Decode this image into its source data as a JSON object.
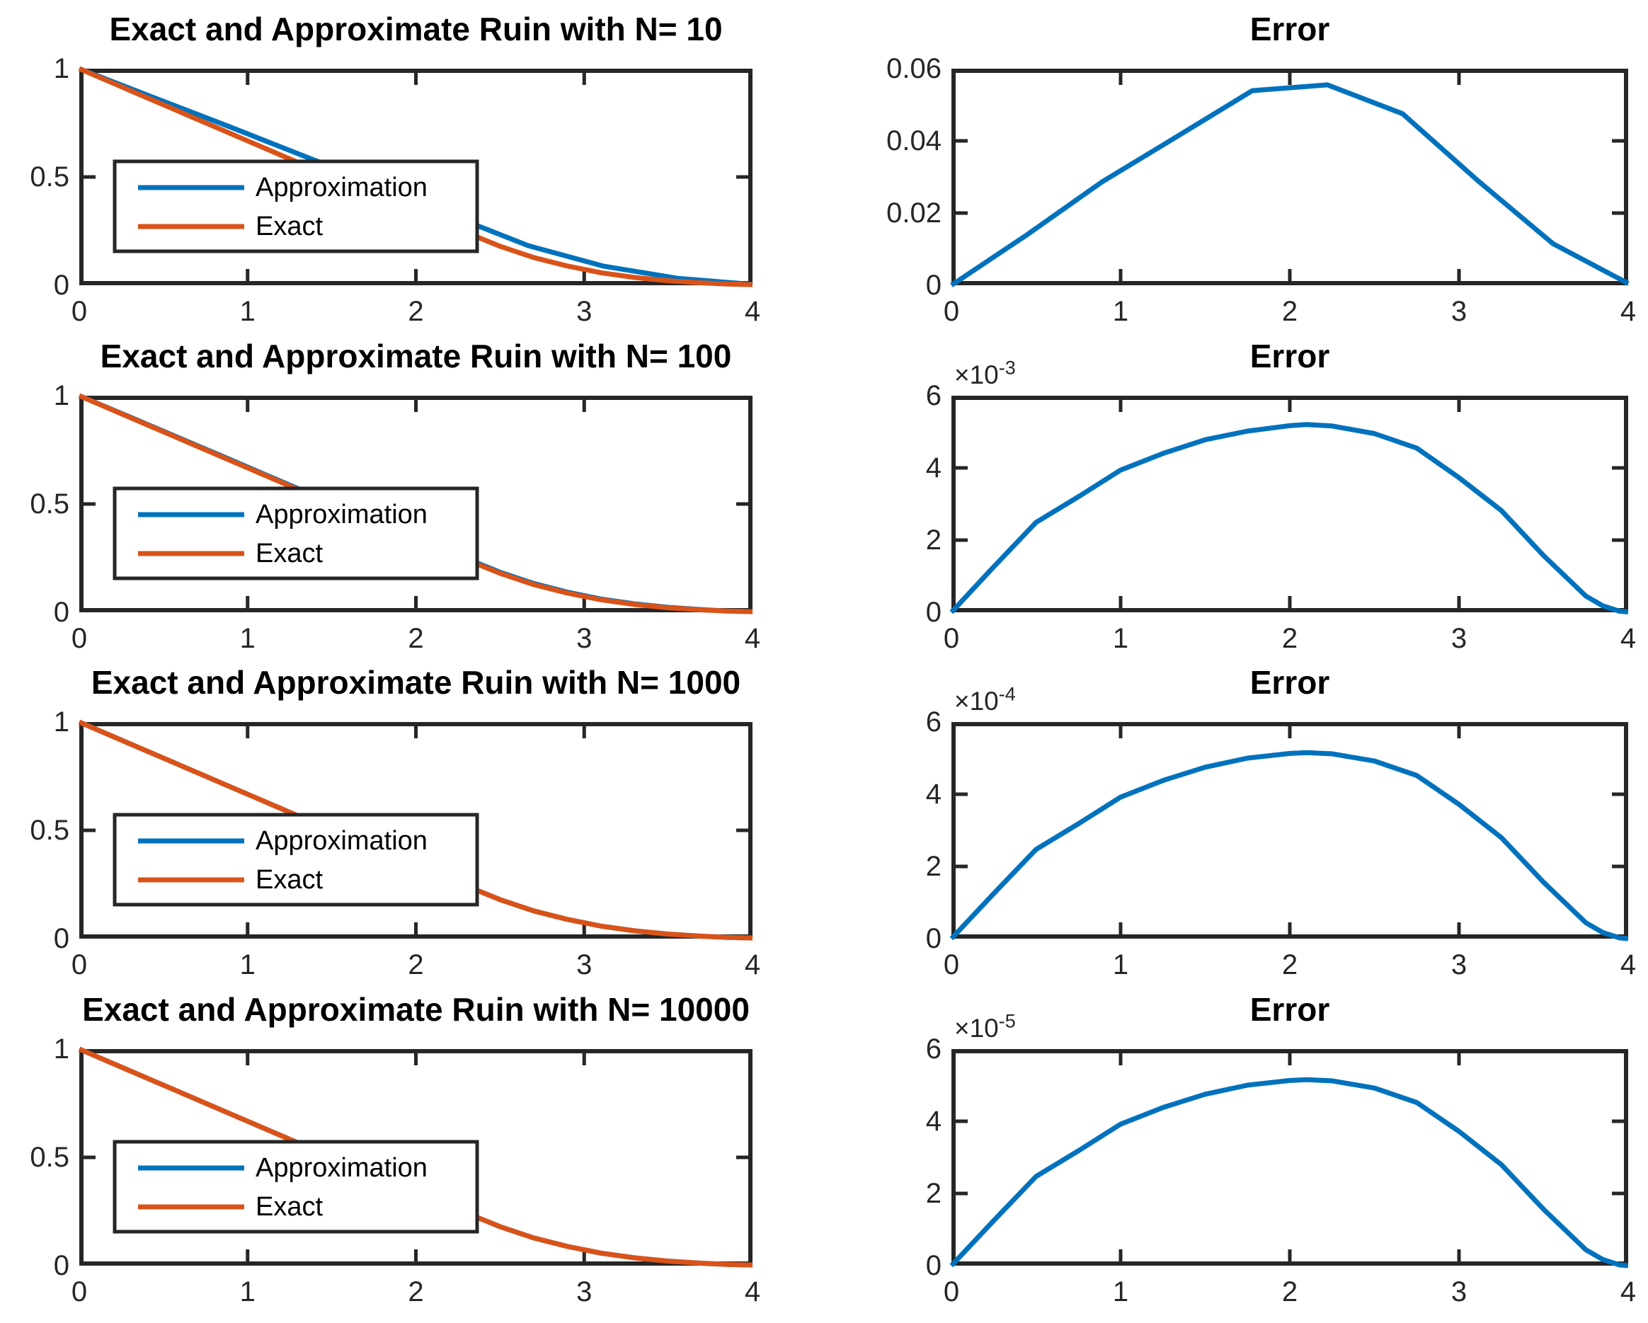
{
  "colors": {
    "approximation": "#0072BD",
    "exact": "#D95319",
    "error": "#0072BD",
    "axis": "#262626",
    "tick_text": "#262626",
    "title_text": "#000000",
    "background": "#FFFFFF"
  },
  "chart_data": [
    {
      "id": "ruin-n10",
      "type": "line",
      "title": "Exact and Approximate Ruin with N= 10",
      "xlim": [
        0,
        4
      ],
      "ylim": [
        0,
        1
      ],
      "xticks": [
        0,
        1,
        2,
        3,
        4
      ],
      "xtick_labels": [
        "0",
        "1",
        "2",
        "3",
        "4"
      ],
      "yticks": [
        0,
        0.5,
        1
      ],
      "ytick_labels": [
        "0",
        "0.5",
        "1"
      ],
      "grid": false,
      "exponent": null,
      "legend": {
        "position": "inside-left-middle",
        "items": [
          {
            "label": "Approximation",
            "color": "#0072BD"
          },
          {
            "label": "Exact",
            "color": "#D95319"
          }
        ]
      },
      "series": [
        {
          "name": "Approximation",
          "color": "#0072BD",
          "x": [
            0,
            0.444,
            0.889,
            1.333,
            1.778,
            2.222,
            2.667,
            3.111,
            3.556,
            4
          ],
          "y": [
            1.0,
            0.866,
            0.733,
            0.597,
            0.462,
            0.319,
            0.183,
            0.089,
            0.032,
            0.004
          ]
        },
        {
          "name": "Exact",
          "color": "#D95319",
          "x": [
            0,
            0.3,
            0.6,
            0.9,
            1.2,
            1.5,
            1.8,
            2.1,
            2.3,
            2.5,
            2.7,
            2.9,
            3.1,
            3.3,
            3.5,
            3.7,
            3.85,
            4
          ],
          "y": [
            1.0,
            0.9,
            0.8,
            0.7,
            0.6,
            0.5,
            0.402,
            0.305,
            0.243,
            0.18,
            0.128,
            0.089,
            0.058,
            0.036,
            0.021,
            0.011,
            0.006,
            0.003
          ]
        }
      ]
    },
    {
      "id": "error-n10",
      "type": "line",
      "title": "Error",
      "xlim": [
        0,
        4
      ],
      "ylim": [
        0,
        0.06
      ],
      "xticks": [
        0,
        1,
        2,
        3,
        4
      ],
      "xtick_labels": [
        "0",
        "1",
        "2",
        "3",
        "4"
      ],
      "yticks": [
        0,
        0.02,
        0.04,
        0.06
      ],
      "ytick_labels": [
        "0",
        "0.02",
        "0.04",
        "0.06"
      ],
      "grid": false,
      "exponent": null,
      "legend": null,
      "series": [
        {
          "name": "Error",
          "color": "#0072BD",
          "x": [
            0,
            0.444,
            0.889,
            1.333,
            1.778,
            2.222,
            2.667,
            3.111,
            3.556,
            4
          ],
          "y": [
            0,
            0.0139,
            0.0286,
            0.0412,
            0.0539,
            0.0555,
            0.0475,
            0.029,
            0.0115,
            0.0005
          ]
        }
      ]
    },
    {
      "id": "ruin-n100",
      "type": "line",
      "title": "Exact and Approximate Ruin with N= 100",
      "xlim": [
        0,
        4
      ],
      "ylim": [
        0,
        1
      ],
      "xticks": [
        0,
        1,
        2,
        3,
        4
      ],
      "xtick_labels": [
        "0",
        "1",
        "2",
        "3",
        "4"
      ],
      "yticks": [
        0,
        0.5,
        1
      ],
      "ytick_labels": [
        "0",
        "0.5",
        "1"
      ],
      "grid": false,
      "exponent": null,
      "legend": {
        "position": "inside-left-middle",
        "items": [
          {
            "label": "Approximation",
            "color": "#0072BD"
          },
          {
            "label": "Exact",
            "color": "#D95319"
          }
        ]
      },
      "series": [
        {
          "name": "Approximation",
          "color": "#0072BD",
          "x": [
            0,
            0.3,
            0.6,
            0.9,
            1.2,
            1.5,
            1.8,
            2.1,
            2.3,
            2.5,
            2.7,
            2.9,
            3.1,
            3.3,
            3.5,
            3.7,
            3.85,
            4
          ],
          "y": [
            1.0,
            0.902,
            0.803,
            0.704,
            0.604,
            0.505,
            0.407,
            0.31,
            0.248,
            0.185,
            0.133,
            0.093,
            0.061,
            0.039,
            0.023,
            0.012,
            0.006,
            0.003
          ]
        },
        {
          "name": "Exact",
          "color": "#D95319",
          "x": [
            0,
            0.3,
            0.6,
            0.9,
            1.2,
            1.5,
            1.8,
            2.1,
            2.3,
            2.5,
            2.7,
            2.9,
            3.1,
            3.3,
            3.5,
            3.7,
            3.85,
            4
          ],
          "y": [
            1.0,
            0.9,
            0.8,
            0.7,
            0.6,
            0.5,
            0.402,
            0.305,
            0.243,
            0.18,
            0.128,
            0.089,
            0.058,
            0.036,
            0.021,
            0.011,
            0.006,
            0.003
          ]
        }
      ]
    },
    {
      "id": "error-n100",
      "type": "line",
      "title": "Error",
      "xlim": [
        0,
        4
      ],
      "ylim": [
        0,
        6
      ],
      "y_scale": 0.001,
      "xticks": [
        0,
        1,
        2,
        3,
        4
      ],
      "xtick_labels": [
        "0",
        "1",
        "2",
        "3",
        "4"
      ],
      "yticks": [
        0,
        2,
        4,
        6
      ],
      "ytick_labels": [
        "0",
        "2",
        "4",
        "6"
      ],
      "grid": false,
      "exponent": {
        "prefix": "×10",
        "power": "-3"
      },
      "legend": null,
      "series": [
        {
          "name": "Error",
          "color": "#0072BD",
          "x": [
            0,
            0.25,
            0.5,
            0.75,
            1,
            1.25,
            1.5,
            1.75,
            2,
            2.1,
            2.25,
            2.5,
            2.75,
            3,
            3.25,
            3.5,
            3.75,
            3.85,
            3.95,
            4
          ],
          "y": [
            0,
            1.26,
            2.49,
            3.2,
            3.94,
            4.4,
            4.78,
            5.02,
            5.17,
            5.2,
            5.16,
            4.95,
            4.55,
            3.73,
            2.82,
            1.57,
            0.45,
            0.18,
            0.03,
            0.01
          ]
        }
      ]
    },
    {
      "id": "ruin-n1000",
      "type": "line",
      "title": "Exact and Approximate Ruin with N= 1000",
      "xlim": [
        0,
        4
      ],
      "ylim": [
        0,
        1
      ],
      "xticks": [
        0,
        1,
        2,
        3,
        4
      ],
      "xtick_labels": [
        "0",
        "1",
        "2",
        "3",
        "4"
      ],
      "yticks": [
        0,
        0.5,
        1
      ],
      "ytick_labels": [
        "0",
        "0.5",
        "1"
      ],
      "grid": false,
      "exponent": null,
      "legend": {
        "position": "inside-left-middle",
        "items": [
          {
            "label": "Approximation",
            "color": "#0072BD"
          },
          {
            "label": "Exact",
            "color": "#D95319"
          }
        ]
      },
      "series": [
        {
          "name": "Approximation",
          "color": "#0072BD",
          "x": [
            0,
            0.3,
            0.6,
            0.9,
            1.2,
            1.5,
            1.8,
            2.1,
            2.3,
            2.5,
            2.7,
            2.9,
            3.1,
            3.3,
            3.5,
            3.7,
            3.85,
            4
          ],
          "y": [
            1.0,
            0.9,
            0.8,
            0.7,
            0.6,
            0.5,
            0.402,
            0.305,
            0.243,
            0.18,
            0.128,
            0.089,
            0.058,
            0.036,
            0.021,
            0.011,
            0.006,
            0.003
          ]
        },
        {
          "name": "Exact",
          "color": "#D95319",
          "x": [
            0,
            0.3,
            0.6,
            0.9,
            1.2,
            1.5,
            1.8,
            2.1,
            2.3,
            2.5,
            2.7,
            2.9,
            3.1,
            3.3,
            3.5,
            3.7,
            3.85,
            4
          ],
          "y": [
            1.0,
            0.9,
            0.8,
            0.7,
            0.6,
            0.5,
            0.402,
            0.305,
            0.243,
            0.18,
            0.128,
            0.089,
            0.058,
            0.036,
            0.021,
            0.011,
            0.006,
            0.003
          ]
        }
      ]
    },
    {
      "id": "error-n1000",
      "type": "line",
      "title": "Error",
      "xlim": [
        0,
        4
      ],
      "ylim": [
        0,
        6
      ],
      "y_scale": 0.0001,
      "xticks": [
        0,
        1,
        2,
        3,
        4
      ],
      "xtick_labels": [
        "0",
        "1",
        "2",
        "3",
        "4"
      ],
      "yticks": [
        0,
        2,
        4,
        6
      ],
      "ytick_labels": [
        "0",
        "2",
        "4",
        "6"
      ],
      "grid": false,
      "exponent": {
        "prefix": "×10",
        "power": "-4"
      },
      "legend": null,
      "series": [
        {
          "name": "Error",
          "color": "#0072BD",
          "x": [
            0,
            0.25,
            0.5,
            0.75,
            1,
            1.25,
            1.5,
            1.75,
            2,
            2.1,
            2.25,
            2.5,
            2.75,
            3,
            3.25,
            3.5,
            3.75,
            3.85,
            3.95,
            4
          ],
          "y": [
            0,
            1.25,
            2.47,
            3.18,
            3.92,
            4.38,
            4.75,
            5.0,
            5.13,
            5.15,
            5.12,
            4.92,
            4.52,
            3.72,
            2.8,
            1.56,
            0.44,
            0.17,
            0.02,
            0.0
          ]
        }
      ]
    },
    {
      "id": "ruin-n10000",
      "type": "line",
      "title": "Exact and Approximate Ruin with N= 10000",
      "xlim": [
        0,
        4
      ],
      "ylim": [
        0,
        1
      ],
      "xticks": [
        0,
        1,
        2,
        3,
        4
      ],
      "xtick_labels": [
        "0",
        "1",
        "2",
        "3",
        "4"
      ],
      "yticks": [
        0,
        0.5,
        1
      ],
      "ytick_labels": [
        "0",
        "0.5",
        "1"
      ],
      "grid": false,
      "exponent": null,
      "legend": {
        "position": "inside-left-middle",
        "items": [
          {
            "label": "Approximation",
            "color": "#0072BD"
          },
          {
            "label": "Exact",
            "color": "#D95319"
          }
        ]
      },
      "series": [
        {
          "name": "Approximation",
          "color": "#0072BD",
          "x": [
            0,
            0.3,
            0.6,
            0.9,
            1.2,
            1.5,
            1.8,
            2.1,
            2.3,
            2.5,
            2.7,
            2.9,
            3.1,
            3.3,
            3.5,
            3.7,
            3.85,
            4
          ],
          "y": [
            1.0,
            0.9,
            0.8,
            0.7,
            0.6,
            0.5,
            0.402,
            0.305,
            0.243,
            0.18,
            0.128,
            0.089,
            0.058,
            0.036,
            0.021,
            0.011,
            0.006,
            0.003
          ]
        },
        {
          "name": "Exact",
          "color": "#D95319",
          "x": [
            0,
            0.3,
            0.6,
            0.9,
            1.2,
            1.5,
            1.8,
            2.1,
            2.3,
            2.5,
            2.7,
            2.9,
            3.1,
            3.3,
            3.5,
            3.7,
            3.85,
            4
          ],
          "y": [
            1.0,
            0.9,
            0.8,
            0.7,
            0.6,
            0.5,
            0.402,
            0.305,
            0.243,
            0.18,
            0.128,
            0.089,
            0.058,
            0.036,
            0.021,
            0.011,
            0.006,
            0.003
          ]
        }
      ]
    },
    {
      "id": "error-n10000",
      "type": "line",
      "title": "Error",
      "xlim": [
        0,
        4
      ],
      "ylim": [
        0,
        6
      ],
      "y_scale": 1e-05,
      "xticks": [
        0,
        1,
        2,
        3,
        4
      ],
      "xtick_labels": [
        "0",
        "1",
        "2",
        "3",
        "4"
      ],
      "yticks": [
        0,
        2,
        4,
        6
      ],
      "ytick_labels": [
        "0",
        "2",
        "4",
        "6"
      ],
      "grid": false,
      "exponent": {
        "prefix": "×10",
        "power": "-5"
      },
      "legend": null,
      "series": [
        {
          "name": "Error",
          "color": "#0072BD",
          "x": [
            0,
            0.25,
            0.5,
            0.75,
            1,
            1.25,
            1.5,
            1.75,
            2,
            2.1,
            2.25,
            2.5,
            2.75,
            3,
            3.25,
            3.5,
            3.75,
            3.85,
            3.95,
            4
          ],
          "y": [
            0,
            1.25,
            2.47,
            3.18,
            3.92,
            4.38,
            4.75,
            5.0,
            5.13,
            5.15,
            5.12,
            4.92,
            4.52,
            3.72,
            2.8,
            1.56,
            0.44,
            0.17,
            0.02,
            0.0
          ]
        }
      ]
    }
  ]
}
